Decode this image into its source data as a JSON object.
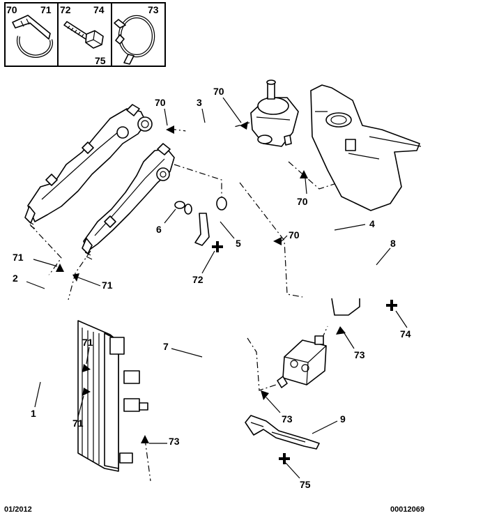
{
  "legend": {
    "cells": [
      {
        "left": "70",
        "right": "71"
      },
      {
        "left": "72",
        "right": "74",
        "bottom": "75"
      },
      {
        "right": "73"
      }
    ]
  },
  "callouts": [
    "70",
    "70",
    "3",
    "70",
    "70",
    "4",
    "6",
    "5",
    "72",
    "71",
    "2",
    "71",
    "8",
    "74",
    "73",
    "71",
    "71",
    "1",
    "7",
    "73",
    "73",
    "9",
    "75"
  ],
  "footer": {
    "date": "01/2012",
    "reference": "00012069"
  },
  "icons": [
    "hose-clamp-icon",
    "screw-icon",
    "spring-clip-icon",
    "cross-fastener-icon"
  ]
}
